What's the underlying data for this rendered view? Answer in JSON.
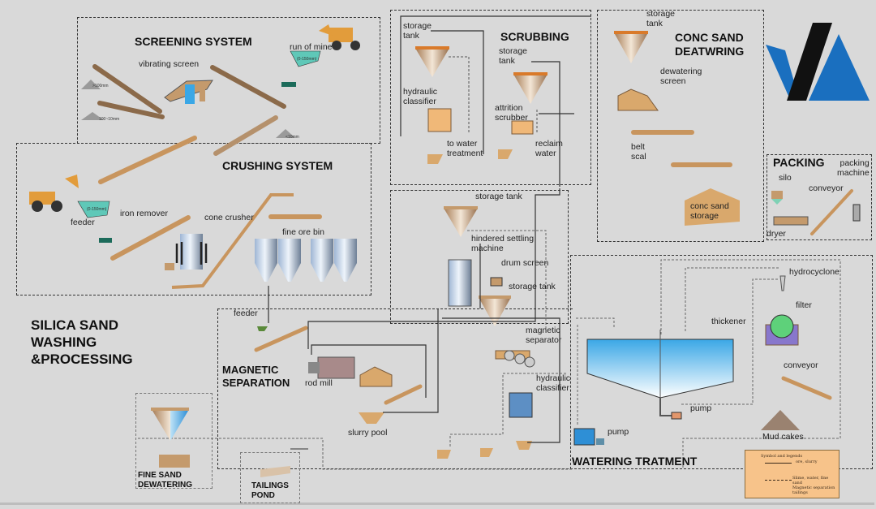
{
  "diagram": {
    "title_lines": [
      "SILICA SAND",
      "WASHING",
      "&PROCESSING"
    ],
    "logo": {
      "name": "company-logo",
      "colors": {
        "blue": "#1a6fbf",
        "black": "#111111"
      }
    },
    "colors": {
      "background": "#d9d9d9",
      "belt": "#c8955e",
      "equipment": "#c49a6c",
      "water": "#3aa7e6",
      "legend_bg": "#f7c38a",
      "zone_border": "#333333"
    },
    "sections": {
      "screening": {
        "title": "SCREENING SYSTEM",
        "labels": {
          "vibrating_screen": "vibrating screen",
          "run_of_mine": "run of mine",
          "hopper_size": "(0-150mm)",
          "pile_1": ">100mm",
          "pile_2": "100~10mm",
          "pile_3": "<10mm"
        }
      },
      "scrubbing": {
        "title": "SCRUBBING",
        "labels": {
          "storage_tank_1": [
            "storage",
            "tank"
          ],
          "storage_tank_2": [
            "storage",
            "tank"
          ],
          "hydraulic_classifier": [
            "hydraulic",
            "classifier"
          ],
          "attrition_scrubber": [
            "attrition",
            "scrubber"
          ],
          "to_water_treatment": [
            "to water",
            "treatment"
          ],
          "reclaim_water": [
            "reclaim",
            "water"
          ]
        }
      },
      "conc_sand_dewatering": {
        "title_lines": [
          "CONC  SAND",
          "DEATWRING"
        ],
        "labels": {
          "storage_tank": [
            "storage",
            "tank"
          ],
          "dewatering_screen": [
            "dewatering",
            "screen"
          ],
          "belt_scal": [
            "belt",
            "scal"
          ],
          "conc_sand_storage": [
            "conc sand",
            "storage"
          ]
        }
      },
      "packing": {
        "title": "PACKING",
        "labels": {
          "silo": "silo",
          "dryer": "dryer",
          "conveyor": "conveyor",
          "packing_machine": [
            "packing",
            "machine"
          ]
        }
      },
      "crushing": {
        "title": "CRUSHING SYSTEM",
        "labels": {
          "feeder": "feeder",
          "iron_remover": "iron remover",
          "cone_crusher": "cone crusher",
          "fine_ore_bin": "fine ore bin",
          "hopper_size": "(0-150mm)"
        }
      },
      "classification": {
        "labels": {
          "storage_tank_1": "storage tank",
          "hindered_settling_machine": [
            "hindered settling",
            "machine"
          ],
          "drum_screen": "drum screen",
          "storage_tank_2": "storage tank",
          "magnetic_separator": [
            "magnetic",
            "separator"
          ],
          "hydraulic_classifier": [
            "hydraulic",
            "classifier"
          ]
        }
      },
      "magnetic_separation": {
        "title_lines": [
          "MAGNETIC",
          "SEPARATION"
        ],
        "labels": {
          "feeder": "feeder",
          "rod_mill": "rod mill",
          "slurry_pool": "slurry pool"
        }
      },
      "watering_treatment": {
        "title": "WATERING TRATMENT",
        "labels": {
          "thickener": "thickener",
          "pump_1": "pump",
          "pump_2": "pump",
          "hydrocyclone": "hydrocyclone",
          "filter": "filter",
          "conveyor": "conveyor",
          "mud_cakes": "Mud cakes"
        }
      },
      "fine_sand_dewatering": {
        "title_lines": [
          "FINE SAND",
          "DEWATERING"
        ]
      },
      "tailings_pond": {
        "title_lines": [
          "TAILINGS",
          "POND"
        ]
      }
    },
    "legend": {
      "title": "Symbol and legends",
      "items": [
        {
          "line": "solid",
          "label": "ore, slurry"
        },
        {
          "line": "dashed",
          "label_lines": [
            "Slime, water, fine sand",
            "Magnetic separation tailings"
          ]
        }
      ]
    }
  }
}
